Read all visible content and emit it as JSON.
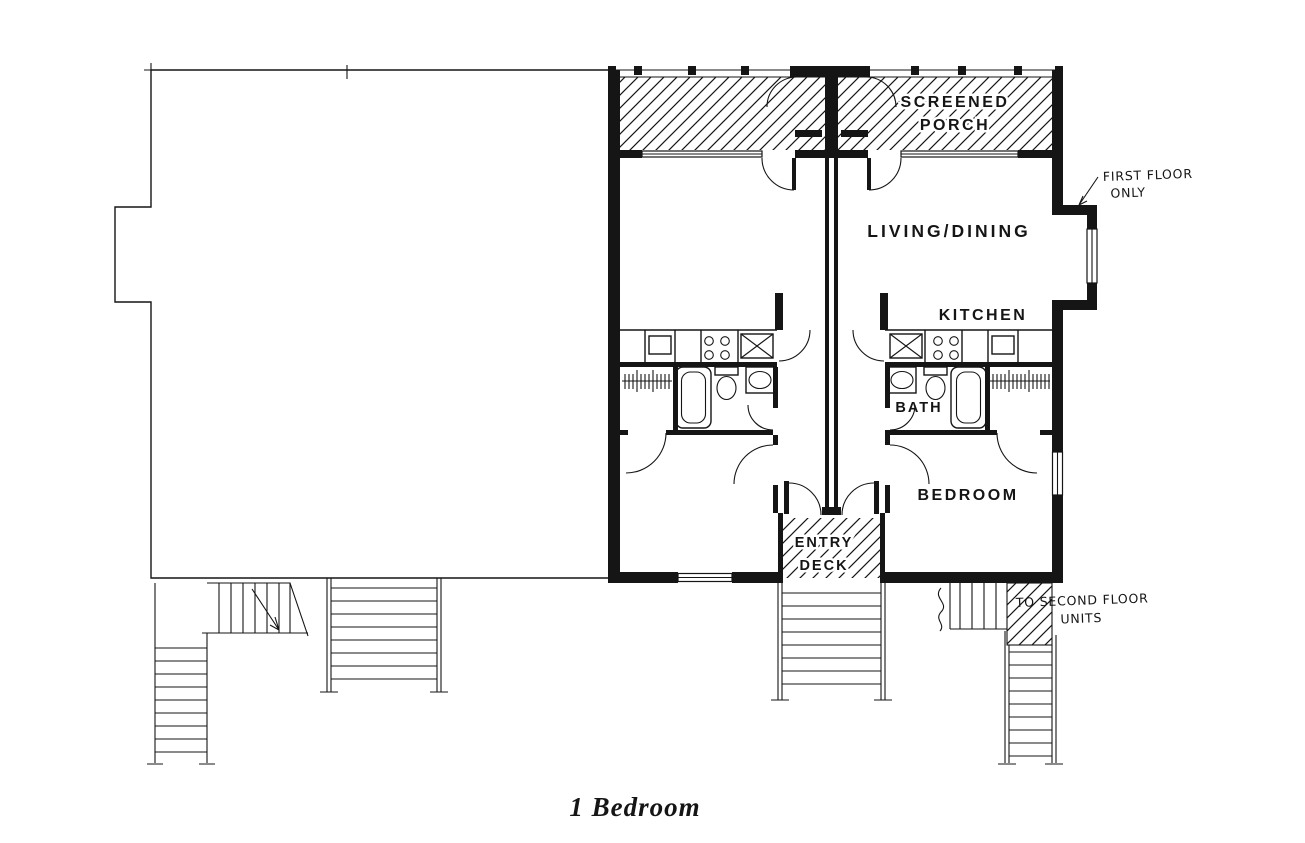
{
  "caption": "1 Bedroom",
  "rooms": {
    "screened_porch": {
      "line1": "SCREENED",
      "line2": "PORCH"
    },
    "living_dining": {
      "label": "LIVING/DINING"
    },
    "kitchen": {
      "label": "KITCHEN"
    },
    "bath": {
      "label": "BATH"
    },
    "bedroom": {
      "label": "BEDROOM"
    },
    "entry_deck": {
      "line1": "ENTRY",
      "line2": "DECK"
    }
  },
  "annotations": {
    "first_floor": {
      "line1": "FIRST FLOOR",
      "line2": "ONLY"
    },
    "second_floor": {
      "line1": "TO SECOND FLOOR",
      "line2": "UNITS"
    }
  },
  "colors": {
    "ink": "#151515",
    "paper": "#ffffff"
  },
  "icons": {
    "fixtures": [
      "kitchen-sink",
      "range-burners",
      "base-cabinet",
      "lavatory",
      "toilet",
      "bathtub",
      "closet-rod"
    ],
    "stairs": [
      "exterior-l-stair",
      "exterior-straight-stair",
      "entry-deck-stair",
      "second-floor-stair"
    ]
  }
}
